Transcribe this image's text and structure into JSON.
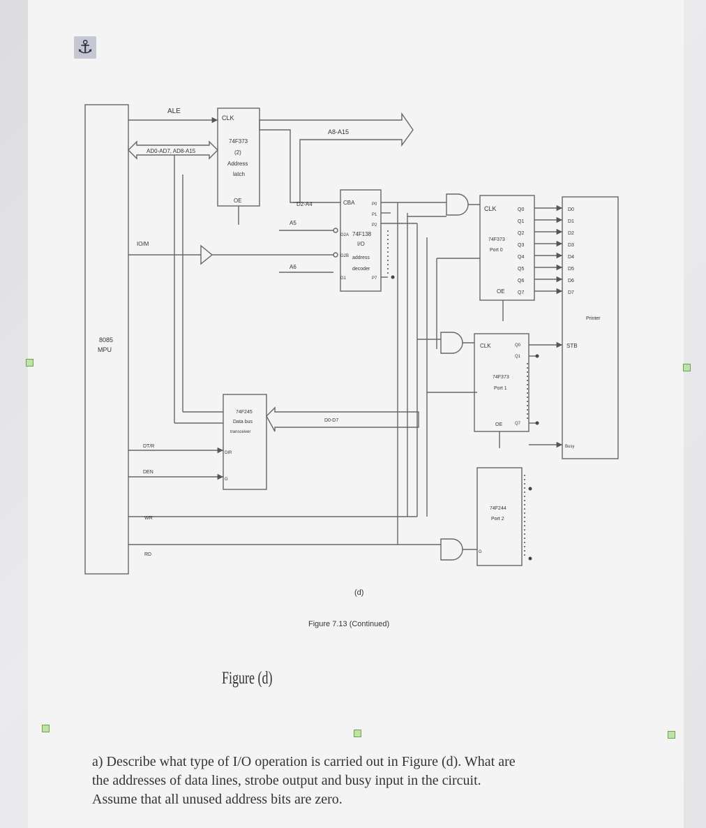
{
  "anchor_icon": "anchor-icon",
  "diagram": {
    "mpu_label_line1": "8085",
    "mpu_label_line2": "MPU",
    "ale": "ALE",
    "ad_bus": "AD0-AD7, AD8-A15",
    "addr_bus": "A8-A15",
    "latch_clk": "CLK",
    "latch_line1": "74F373",
    "latch_line2": "(2)",
    "latch_line3": "Address",
    "latch_line4": "latch",
    "latch_oe": "OE",
    "decoder_in1": "D2-A4",
    "decoder_in2": "A5",
    "decoder_in3": "A6",
    "decoder_cba": "CBA",
    "decoder_line1": "74F138",
    "decoder_line2": "I/O",
    "decoder_line3": "address",
    "decoder_line4": "decoder",
    "decoder_g2a": "G2A",
    "decoder_g2b": "G2B",
    "decoder_g1": "G1",
    "decoder_p0": "P0",
    "decoder_p1": "P1",
    "decoder_p2": "P2",
    "decoder_p7": "P7",
    "iom": "IO/M",
    "port0_clk": "CLK",
    "port0_line1": "74F373",
    "port0_line2": "Port 0",
    "port0_oe": "OE",
    "port0_outputs": [
      "Q0",
      "Q1",
      "Q2",
      "Q3",
      "Q4",
      "Q5",
      "Q6",
      "Q7"
    ],
    "printer_inputs": [
      "D0",
      "D1",
      "D2",
      "D3",
      "D4",
      "D5",
      "D6",
      "D7"
    ],
    "printer": "Printer",
    "stb": "STB",
    "busy": "Busy",
    "port1_clk": "CLK",
    "port1_line1": "74F373",
    "port1_line2": "Port 1",
    "port1_oe": "OE",
    "port1_q0": "Q0",
    "port1_q1": "Q1",
    "port1_q7": "Q7",
    "transceiver_line1": "74F245",
    "transceiver_line2": "Data bus",
    "transceiver_line3": "transceiver",
    "transceiver_dir": "DIR",
    "transceiver_g": "G",
    "data_bus": "D0-D7",
    "dtr": "DT/R",
    "den": "DEN",
    "wr": "WR",
    "rd": "RD",
    "buffer_line1": "74F244",
    "buffer_line2": "Port 2",
    "buffer_g": "G",
    "sub_label": "(d)",
    "caption": "Figure 7.13  (Continued)"
  },
  "figure_label": "Figure (d)",
  "question": {
    "line1": "a) Describe what type of I/O operation is carried out in Figure (d). What are",
    "line2": "the addresses of data lines, strobe output and busy input in the circuit.",
    "line3": "Assume that all unused address bits are zero."
  }
}
